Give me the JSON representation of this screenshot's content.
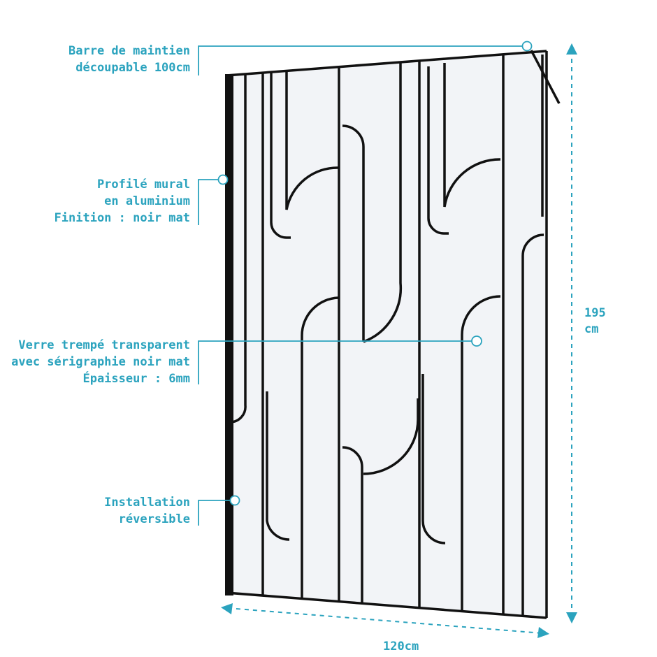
{
  "colors": {
    "accent": "#2ba3be",
    "frame": "#111111",
    "glass": "#f2f4f7"
  },
  "callouts": {
    "bar": {
      "lines": [
        "Barre de maintien",
        "découpable 100cm"
      ]
    },
    "profile": {
      "lines": [
        "Profilé mural",
        "en aluminium",
        "Finition : noir mat"
      ]
    },
    "glass": {
      "lines": [
        "Verre trempé transparent",
        "avec sérigraphie noir mat",
        "Épaisseur : 6mm"
      ]
    },
    "install": {
      "lines": [
        "Installation",
        "réversible"
      ]
    }
  },
  "dimensions": {
    "height": {
      "value": "195",
      "unit": "cm"
    },
    "width": {
      "label": "120cm"
    }
  }
}
